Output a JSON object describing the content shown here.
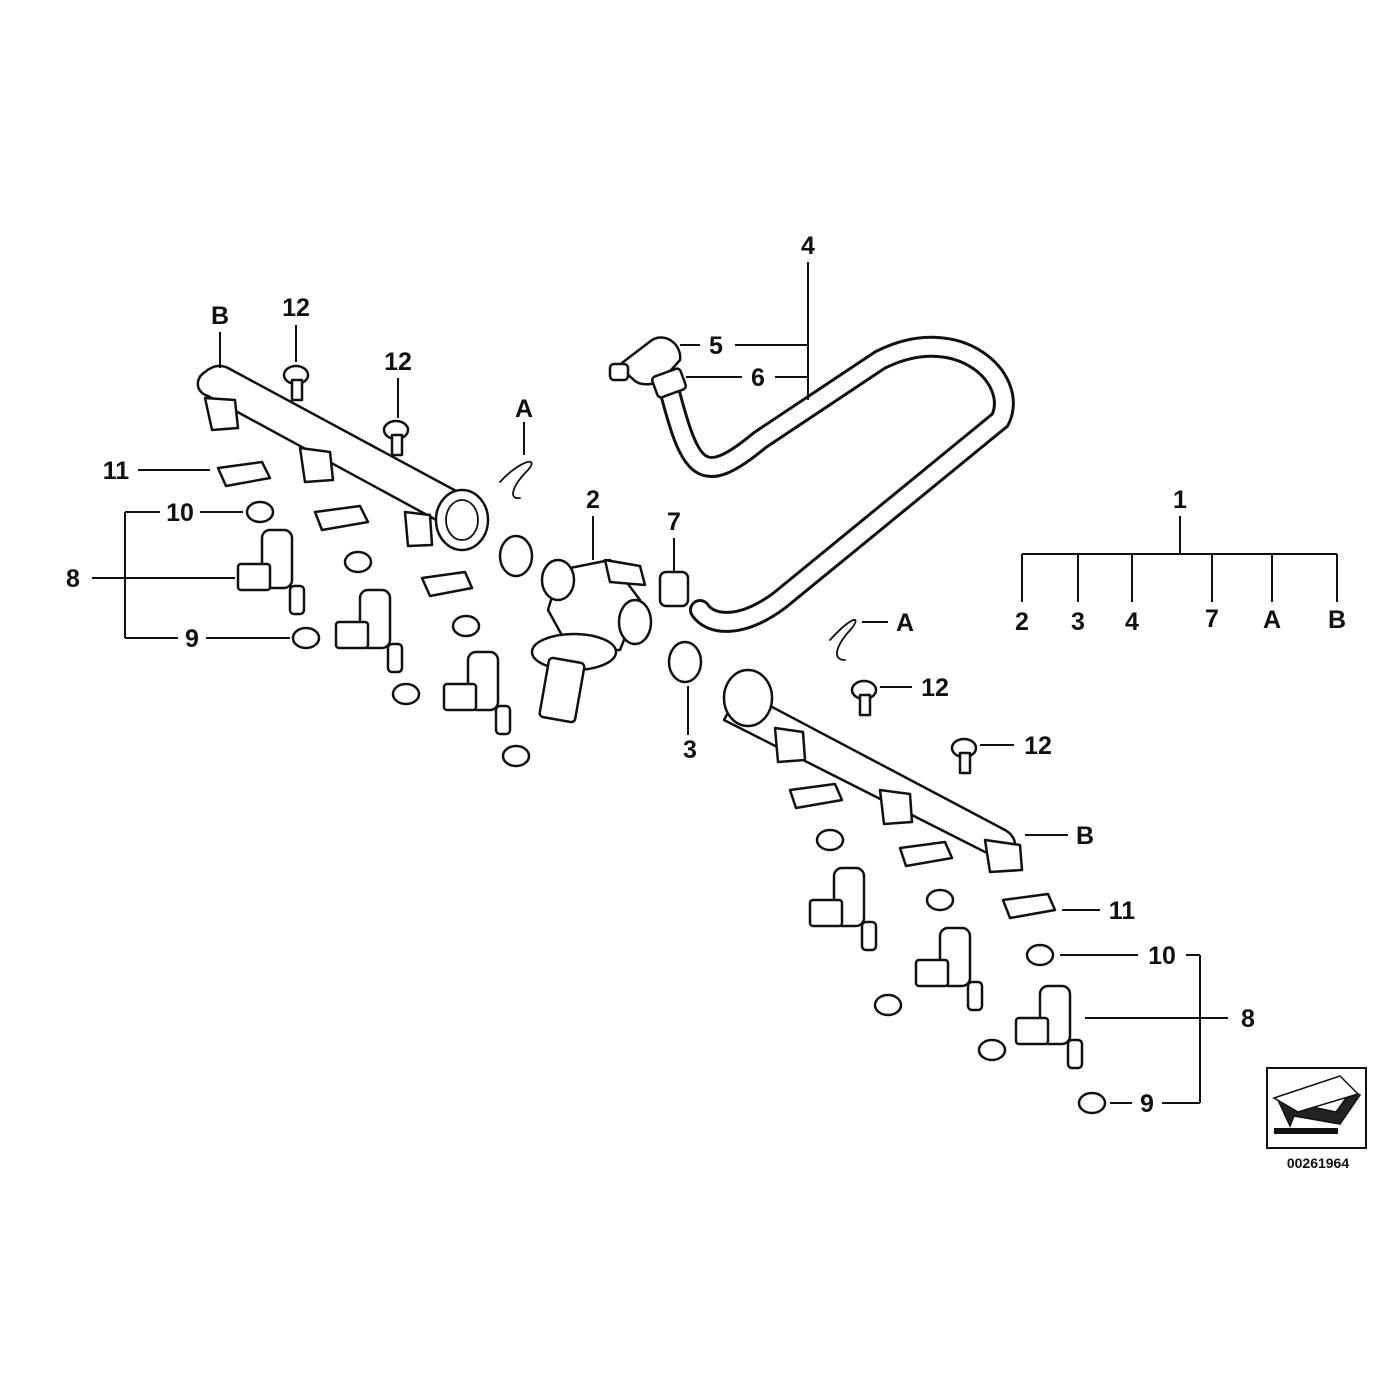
{
  "diagram": {
    "drawing_number": "00261964",
    "callouts": {
      "c1": "1",
      "c2": "2",
      "c3": "3",
      "c4": "4",
      "c5": "5",
      "c6": "6",
      "c7": "7",
      "c8_left": "8",
      "c8_right": "8",
      "c9_left": "9",
      "c9_right": "9",
      "c10_left": "10",
      "c10_right": "10",
      "c11_left": "11",
      "c11_right": "11",
      "c12_a": "12",
      "c12_b": "12",
      "c12_c": "12",
      "c12_d": "12",
      "cA_top": "A",
      "cA_right": "A",
      "cB_left": "B",
      "cB_right": "B"
    },
    "kit_legend": {
      "parent": "1",
      "items": [
        "2",
        "3",
        "4",
        "7",
        "A",
        "B"
      ]
    }
  }
}
